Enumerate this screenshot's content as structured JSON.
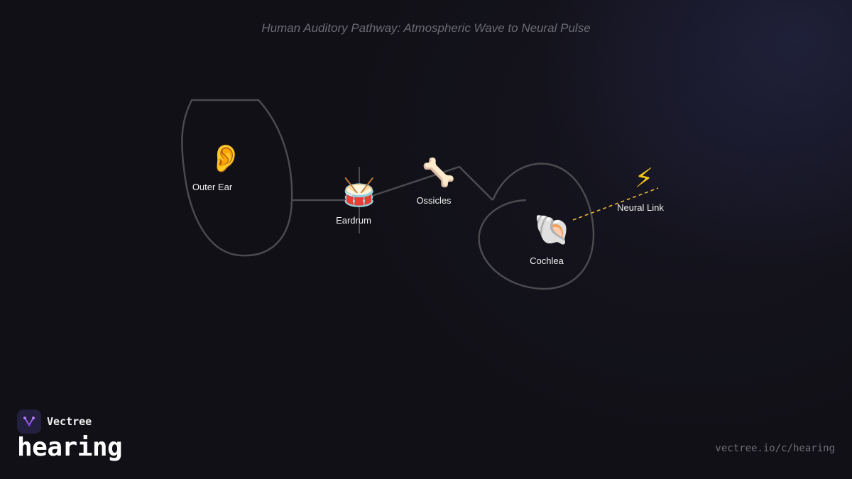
{
  "title": "Human Auditory Pathway: Atmospheric Wave to Neural Pulse",
  "nodes": [
    {
      "id": "outer-ear",
      "label": "Outer Ear",
      "icon": "ear-icon",
      "emoji": "👂"
    },
    {
      "id": "eardrum",
      "label": "Eardrum",
      "icon": "drum-icon",
      "emoji": "🥁"
    },
    {
      "id": "ossicles",
      "label": "Ossicles",
      "icon": "bone-icon",
      "emoji": "🦴"
    },
    {
      "id": "cochlea",
      "label": "Cochlea",
      "icon": "spiral-shell-icon",
      "emoji": "🐚"
    },
    {
      "id": "neural-link",
      "label": "Neural Link",
      "icon": "lightning-icon",
      "emoji": "⚡"
    }
  ],
  "colors": {
    "path_stroke": "#4a4a4f",
    "neural_link": "#e8b53a",
    "accent_logo": "#9b5de5"
  },
  "brand": {
    "name": "Vectree",
    "topic": "hearing",
    "url": "vectree.io/c/hearing"
  }
}
